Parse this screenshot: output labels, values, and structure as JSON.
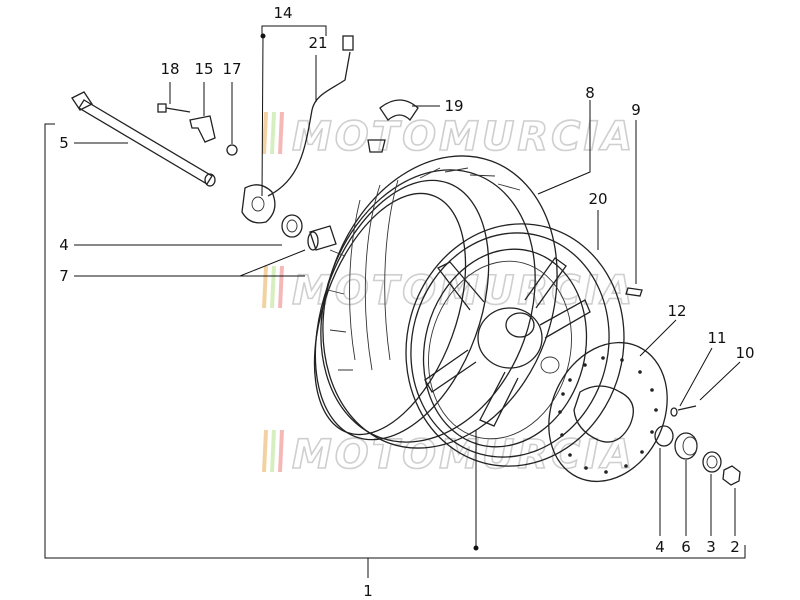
{
  "callouts": {
    "c1": "1",
    "c2": "2",
    "c3": "3",
    "c4a": "4",
    "c4b": "4",
    "c5": "5",
    "c6": "6",
    "c7": "7",
    "c8": "8",
    "c9": "9",
    "c10": "10",
    "c11": "11",
    "c12": "12",
    "c14": "14",
    "c15": "15",
    "c17": "17",
    "c18": "18",
    "c19": "19",
    "c20": "20",
    "c21": "21"
  },
  "watermark": {
    "text": "MOTOMURCIA",
    "bar_colors": [
      "#f2d2a0",
      "#d7efc0",
      "#f5b8b8"
    ],
    "outline_color": "#cfcfcf"
  },
  "line_color": "#111111",
  "background": "#ffffff"
}
